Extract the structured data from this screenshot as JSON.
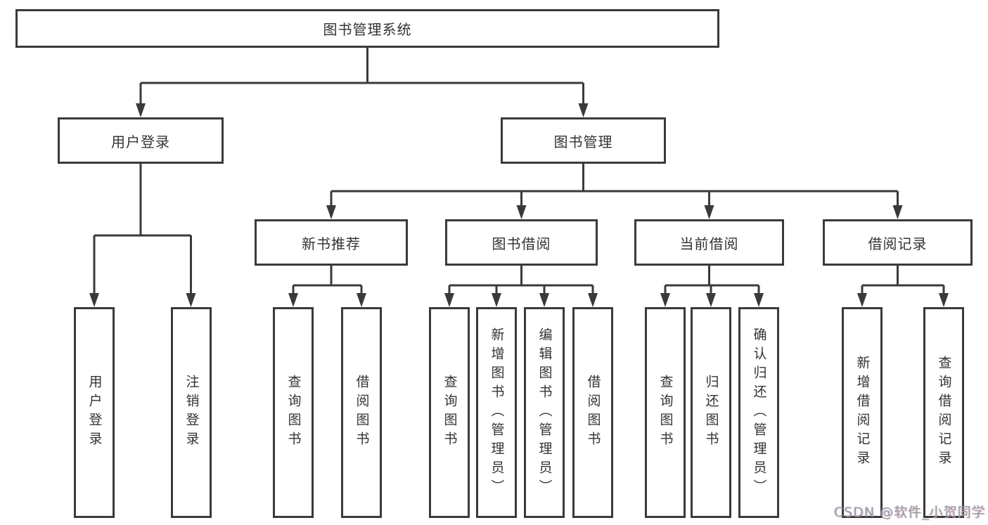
{
  "tree": {
    "label": "图书管理系统",
    "children": [
      {
        "label": "用户登录",
        "children": [
          {
            "label": "用户登录"
          },
          {
            "label": "注销登录"
          }
        ]
      },
      {
        "label": "图书管理",
        "children": [
          {
            "label": "新书推荐",
            "children": [
              {
                "label": "查询图书"
              },
              {
                "label": "借阅图书"
              }
            ]
          },
          {
            "label": "图书借阅",
            "children": [
              {
                "label": "查询图书"
              },
              {
                "label": "新增图书（管理员）"
              },
              {
                "label": "编辑图书（管理员）"
              },
              {
                "label": "借阅图书"
              }
            ]
          },
          {
            "label": "当前借阅",
            "children": [
              {
                "label": "查询图书"
              },
              {
                "label": "归还图书"
              },
              {
                "label": "确认归还（管理员）"
              }
            ]
          },
          {
            "label": "借阅记录",
            "children": [
              {
                "label": "新增借阅记录"
              },
              {
                "label": "查询借阅记录"
              }
            ]
          }
        ]
      }
    ]
  },
  "watermark": "CSDN @软件_小贺同学",
  "colors": {
    "line": "#3a3a3a",
    "box_border": "#3a3a3a",
    "text": "#333333",
    "watermark": "#9d9da5",
    "background": "#ffffff"
  }
}
